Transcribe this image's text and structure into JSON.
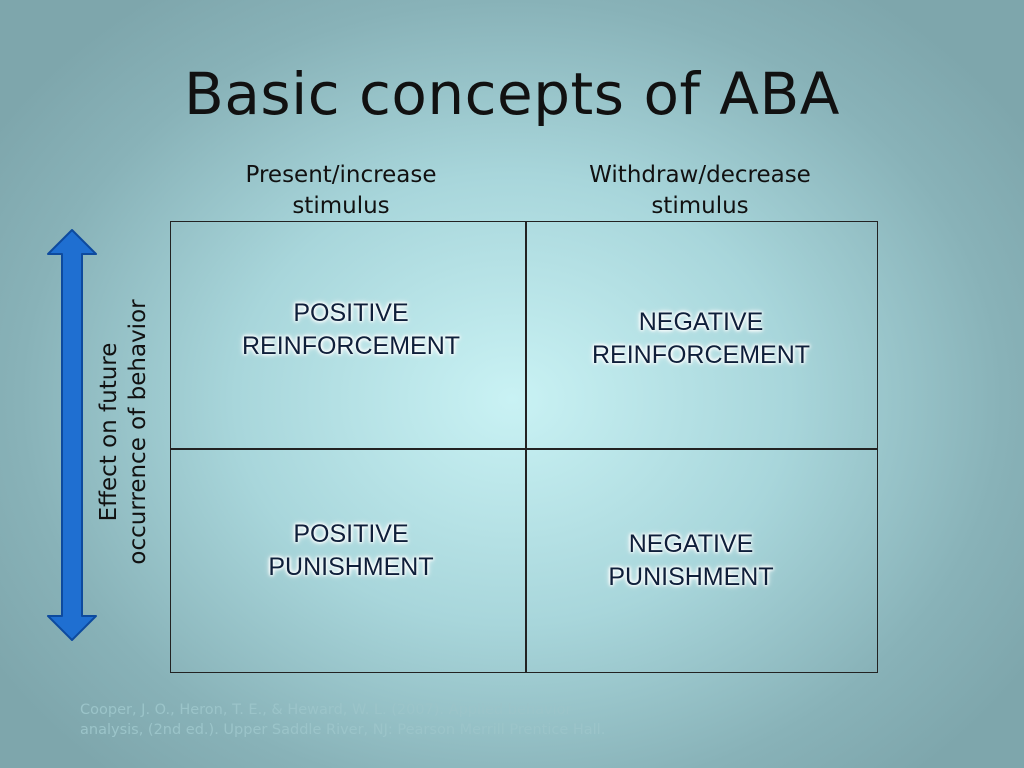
{
  "slide": {
    "title": "Basic concepts of ABA",
    "columns": [
      {
        "line1": "Present/increase",
        "line2": "stimulus"
      },
      {
        "line1": "Withdraw/decrease",
        "line2": "stimulus"
      }
    ],
    "cells": [
      {
        "line1": "POSITIVE",
        "line2": "REINFORCEMENT"
      },
      {
        "line1": "NEGATIVE",
        "line2": "REINFORCEMENT"
      },
      {
        "line1": "POSITIVE",
        "line2": "PUNISHMENT"
      },
      {
        "line1": "NEGATIVE",
        "line2": "PUNISHMENT"
      }
    ],
    "side_label": {
      "line1": "Effect on future",
      "line2": "occurrence of behavior"
    },
    "citation": {
      "line1": "Cooper, J. O., Heron, T. E., & Heward, W. L. (2007). Applied behavior",
      "line2": "analysis, (2nd ed.). Upper Saddle River, NJ: Pearson Merrill Prentice Hall."
    },
    "colors": {
      "arrow_fill": "#1f6fd1",
      "arrow_stroke": "#0d4a9e",
      "text": "#111111"
    }
  }
}
